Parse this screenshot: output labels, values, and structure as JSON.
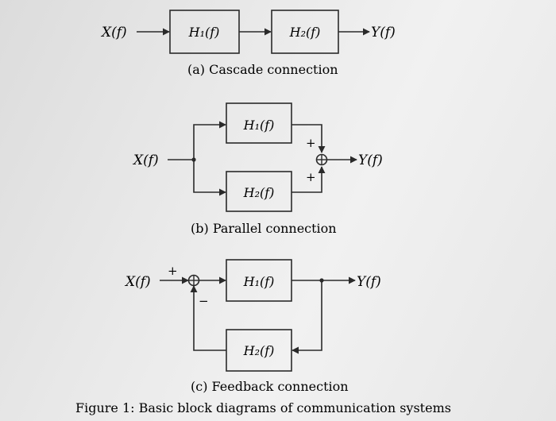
{
  "symbols": {
    "input": "X(f)",
    "output": "Y(f)",
    "h1": "H₁(f)",
    "h2": "H₂(f)",
    "plus": "+",
    "minus": "−"
  },
  "captions": {
    "a": "(a) Cascade connection",
    "b": "(b) Parallel connection",
    "c": "(c) Feedback connection"
  },
  "figure_caption": "Figure 1: Basic block diagrams of communication systems"
}
